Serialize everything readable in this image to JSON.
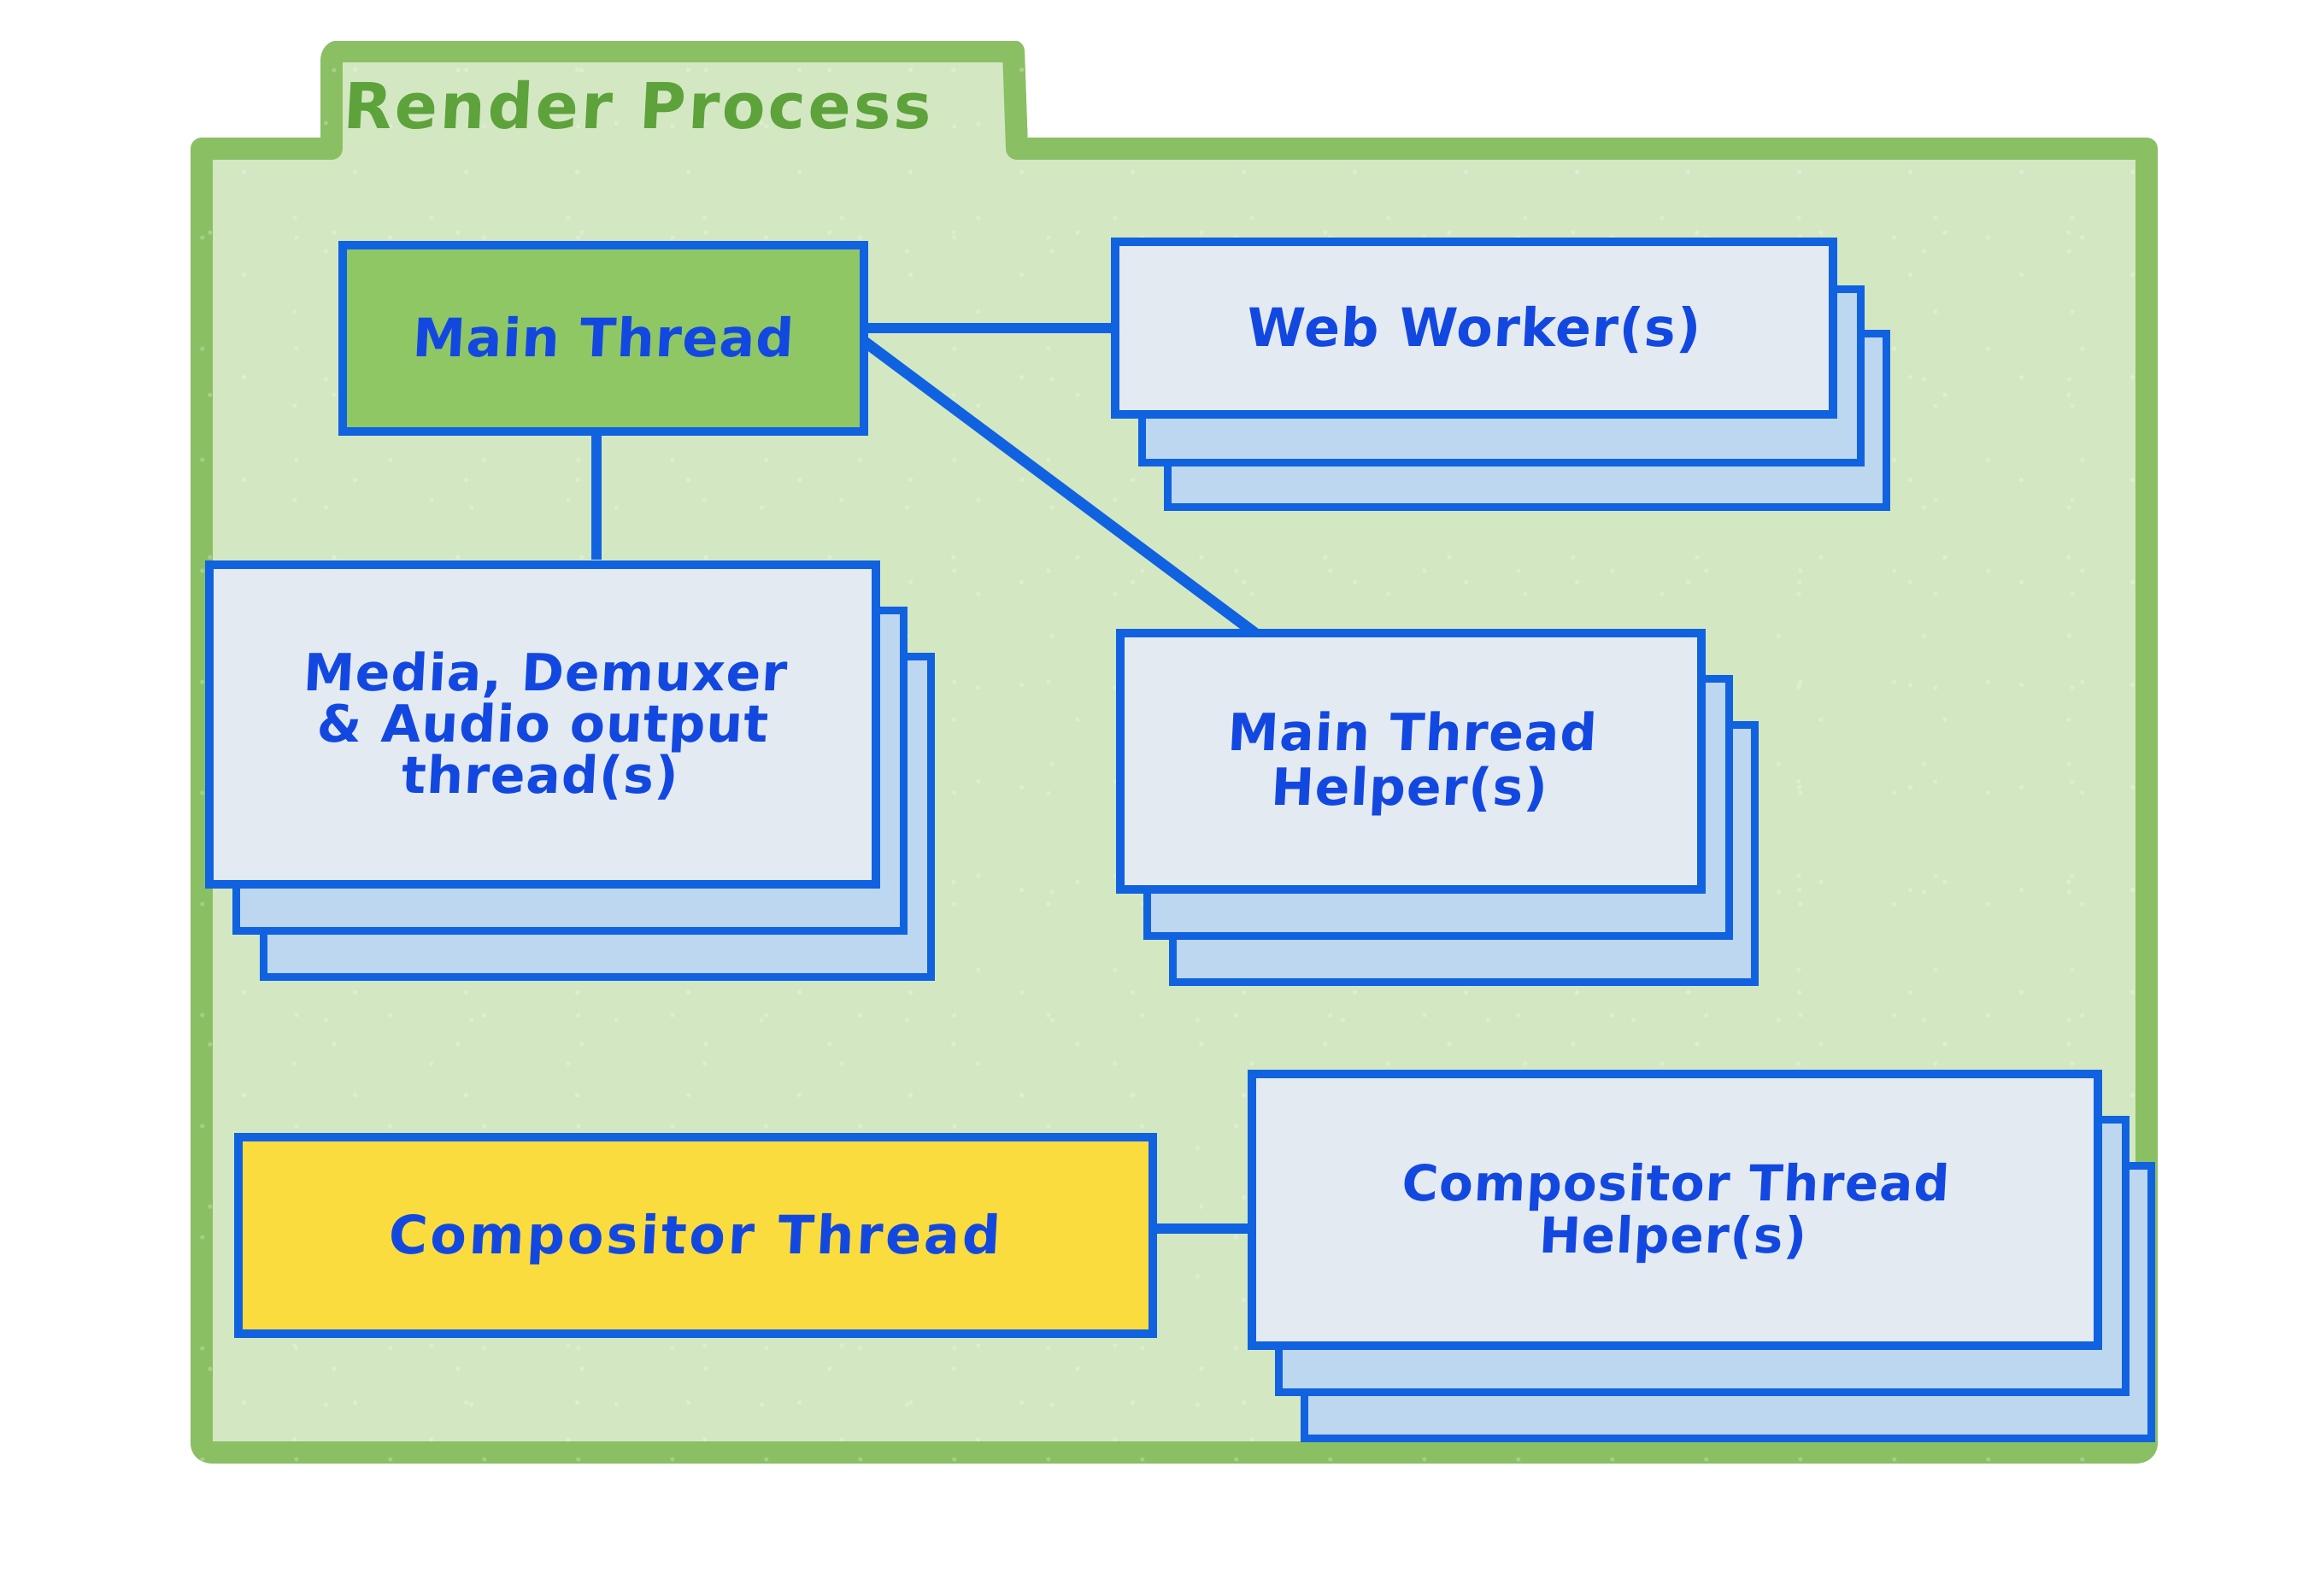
{
  "diagram": {
    "title": "Render Process",
    "frame": {
      "label": "Render Process",
      "border_color": "#8BBF63",
      "fill_color": "#D3E8C2",
      "title_color": "#5EA23C",
      "shape": "folder-tab"
    },
    "palette": {
      "node_border": "#1062E0",
      "node_fill": "#E4EAF2",
      "stack_layer_fill": "#BDD7F0",
      "label_text": "#1348E0",
      "main_thread_fill": "#8FC765",
      "compositor_thread_fill": "#FBDC3E",
      "background": "#FFFFFF"
    },
    "nodes": [
      {
        "id": "main-thread",
        "label": "Main Thread",
        "fill": "#8FC765",
        "stacked": false,
        "stack_count": 1
      },
      {
        "id": "web-worker",
        "label": "Web Worker(s)",
        "fill": "#E4EAF2",
        "stacked": true,
        "stack_count": 3
      },
      {
        "id": "media-demuxer-audio",
        "label": "Media, Demuxer\n& Audio output\nthread(s)",
        "fill": "#E4EAF2",
        "stacked": true,
        "stack_count": 3
      },
      {
        "id": "main-thread-helper",
        "label": "Main Thread\nHelper(s)",
        "fill": "#E4EAF2",
        "stacked": true,
        "stack_count": 3
      },
      {
        "id": "compositor-thread",
        "label": "Compositor Thread",
        "fill": "#FBDC3E",
        "stacked": false,
        "stack_count": 1
      },
      {
        "id": "compositor-thread-helper",
        "label": "Compositor Thread\nHelper(s)",
        "fill": "#E4EAF2",
        "stacked": true,
        "stack_count": 3
      }
    ],
    "connections": [
      {
        "from": "main-thread",
        "to": "web-worker",
        "style": "horizontal"
      },
      {
        "from": "main-thread",
        "to": "main-thread-helper",
        "style": "diagonal"
      },
      {
        "from": "main-thread",
        "to": "media-demuxer-audio",
        "style": "vertical"
      },
      {
        "from": "compositor-thread",
        "to": "compositor-thread-helper",
        "style": "horizontal"
      }
    ]
  }
}
